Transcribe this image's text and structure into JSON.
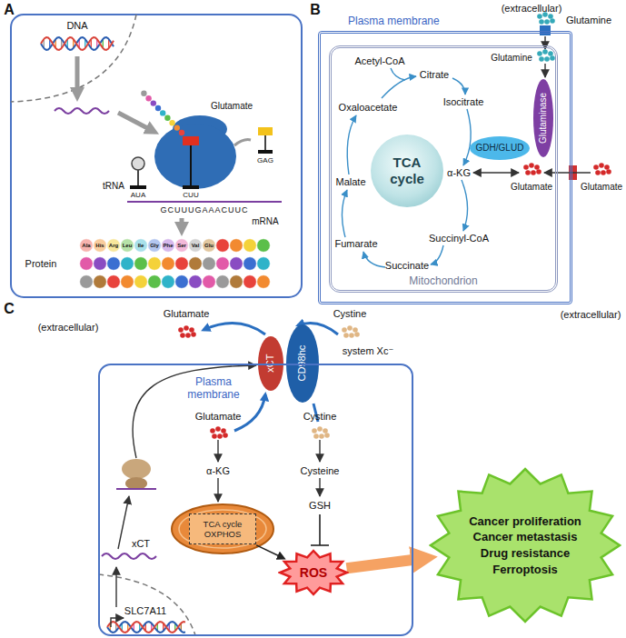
{
  "diagram": {
    "nodes": [
      {
        "text": [
          "Plasma membrane"
        ]
      },
      {
        "text": [
          "Mitochondrion"
        ],
        "in": 0
      },
      {
        "text": [
          "TCA cycle"
        ],
        "in": 1
      },
      {
        "text": [
          "GDH/GLUD"
        ],
        "in": 1
      },
      {
        "text": [
          "Glutaminase"
        ],
        "in": 1
      },
      {
        "text": [
          "xCT"
        ]
      },
      {
        "text": [
          "CD98hc"
        ]
      },
      {
        "text": [
          "Plasma membrane"
        ]
      },
      {
        "text": [
          "TCA cycle OXPHOS"
        ],
        "in": 7
      },
      {
        "text": [
          "ROS"
        ],
        "in": 7
      },
      {
        "text": [
          "Cancer proliferation",
          "Cancer metastasis",
          "Drug resistance",
          "Ferroptosis"
        ]
      }
    ],
    "edges": [
      {
        "from": 8,
        "to": 9,
        "arrow": "to"
      },
      {
        "from": 9,
        "to": 10,
        "arrow": "to"
      }
    ],
    "labels": [
      "A",
      "DNA",
      "tRNA",
      "Glutamate",
      "AUA",
      "CUU",
      "GAG",
      "GCUUUGAAACUUC",
      "mRNA",
      "Protein",
      "Ala",
      "His",
      "Arg",
      "Leu",
      "Ile",
      "Gly",
      "Phe",
      "Ser",
      "Val",
      "Glu",
      "B",
      "(extracellular)",
      "Glutamine",
      "Acetyl-CoA",
      "Citrate",
      "Isocitrate",
      "α-KG",
      "Succinyl-CoA",
      "Succinate",
      "Fumarate",
      "Malate",
      "Oxaloacetate",
      "Glutamine",
      "Glutamate",
      "Glutamate",
      "(extracellular)",
      "C",
      "(extracellular)",
      "Glutamate",
      "Cystine",
      "system Xc⁻",
      "Glutamate",
      "α-KG",
      "Cystine",
      "Cysteine",
      "GSH",
      "xCT",
      "SLC7A11"
    ]
  }
}
